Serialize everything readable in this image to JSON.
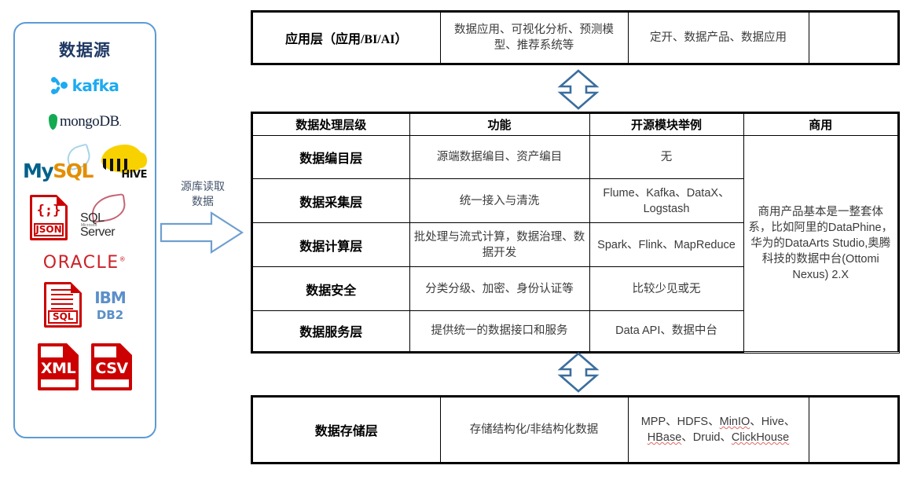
{
  "source_panel": {
    "title": "数据源",
    "logos": [
      {
        "name": "kafka",
        "label": "kafka"
      },
      {
        "name": "mongodb",
        "label": "mongo",
        "suffix": "DB"
      },
      {
        "name": "mysql",
        "label_1": "My",
        "label_2": "SQL"
      },
      {
        "name": "hive",
        "label": "HIVE"
      },
      {
        "name": "json",
        "brace": "{;}",
        "label": "JSON"
      },
      {
        "name": "sqlserver",
        "vendor": "Microsoft",
        "label": "SQL Server"
      },
      {
        "name": "oracle",
        "label": "ORACLE"
      },
      {
        "name": "sqlfile",
        "label": "SQL"
      },
      {
        "name": "ibmdb2",
        "label": "IBM",
        "sublabel": "DB2"
      },
      {
        "name": "xml",
        "label": "XML"
      },
      {
        "name": "csv",
        "label": "CSV"
      }
    ]
  },
  "read_arrow": {
    "label_line1": "源库读取",
    "label_line2": "数据",
    "color": "#5b9bd5"
  },
  "top_table": {
    "columns": 4,
    "rows": [
      {
        "layer": "应用层（应用/BI/AI）",
        "layer_plain": "应用层（应用",
        "layer_bold": "/BI/AI",
        "layer_tail": "）",
        "function": "数据应用、可视化分析、预测模型、推荐系统等",
        "opensource": "定开、数据产品、数据应用",
        "commercial": ""
      }
    ]
  },
  "mid_table": {
    "headers": [
      "数据处理层级",
      "功能",
      "开源模块举例",
      "商用"
    ],
    "rows": [
      {
        "layer": "数据编目层",
        "function": "源端数据编目、资产编目",
        "opensource": "无"
      },
      {
        "layer": "数据采集层",
        "function": "统一接入与清洗",
        "opensource": "Flume、Kafka、DataX、Logstash"
      },
      {
        "layer": "数据计算层",
        "function": "批处理与流式计算，数据治理、数据开发",
        "opensource": "Spark、Flink、MapReduce"
      },
      {
        "layer": "数据安全",
        "function": "分类分级、加密、身份认证等",
        "opensource": "比较少见或无"
      },
      {
        "layer": "数据服务层",
        "function": "提供统一的数据接口和服务",
        "opensource": "Data API、数据中台"
      }
    ],
    "commercial_merged": "商用产品基本是一整套体系，比如阿里的DataPhine，华为的DataArts Studio,奥腾科技的数据中台(Ottomi Nexus) 2.X"
  },
  "bottom_table": {
    "columns": 4,
    "rows": [
      {
        "layer": "数据存储层",
        "function": "存储结构化/非结构化数据",
        "opensource_parts": [
          "MPP、HDFS、",
          "MinIO",
          "、",
          "Hive、",
          "HBase",
          "、Druid、",
          "ClickHouse"
        ],
        "opensource": "MPP、HDFS、MinIO、Hive、HBase、Druid、ClickHouse",
        "commercial": ""
      }
    ]
  },
  "connectors": {
    "top_arrow": "double-headed-vertical-arrow",
    "bottom_arrow": "double-headed-vertical-arrow",
    "color": "#3b6e9e"
  }
}
